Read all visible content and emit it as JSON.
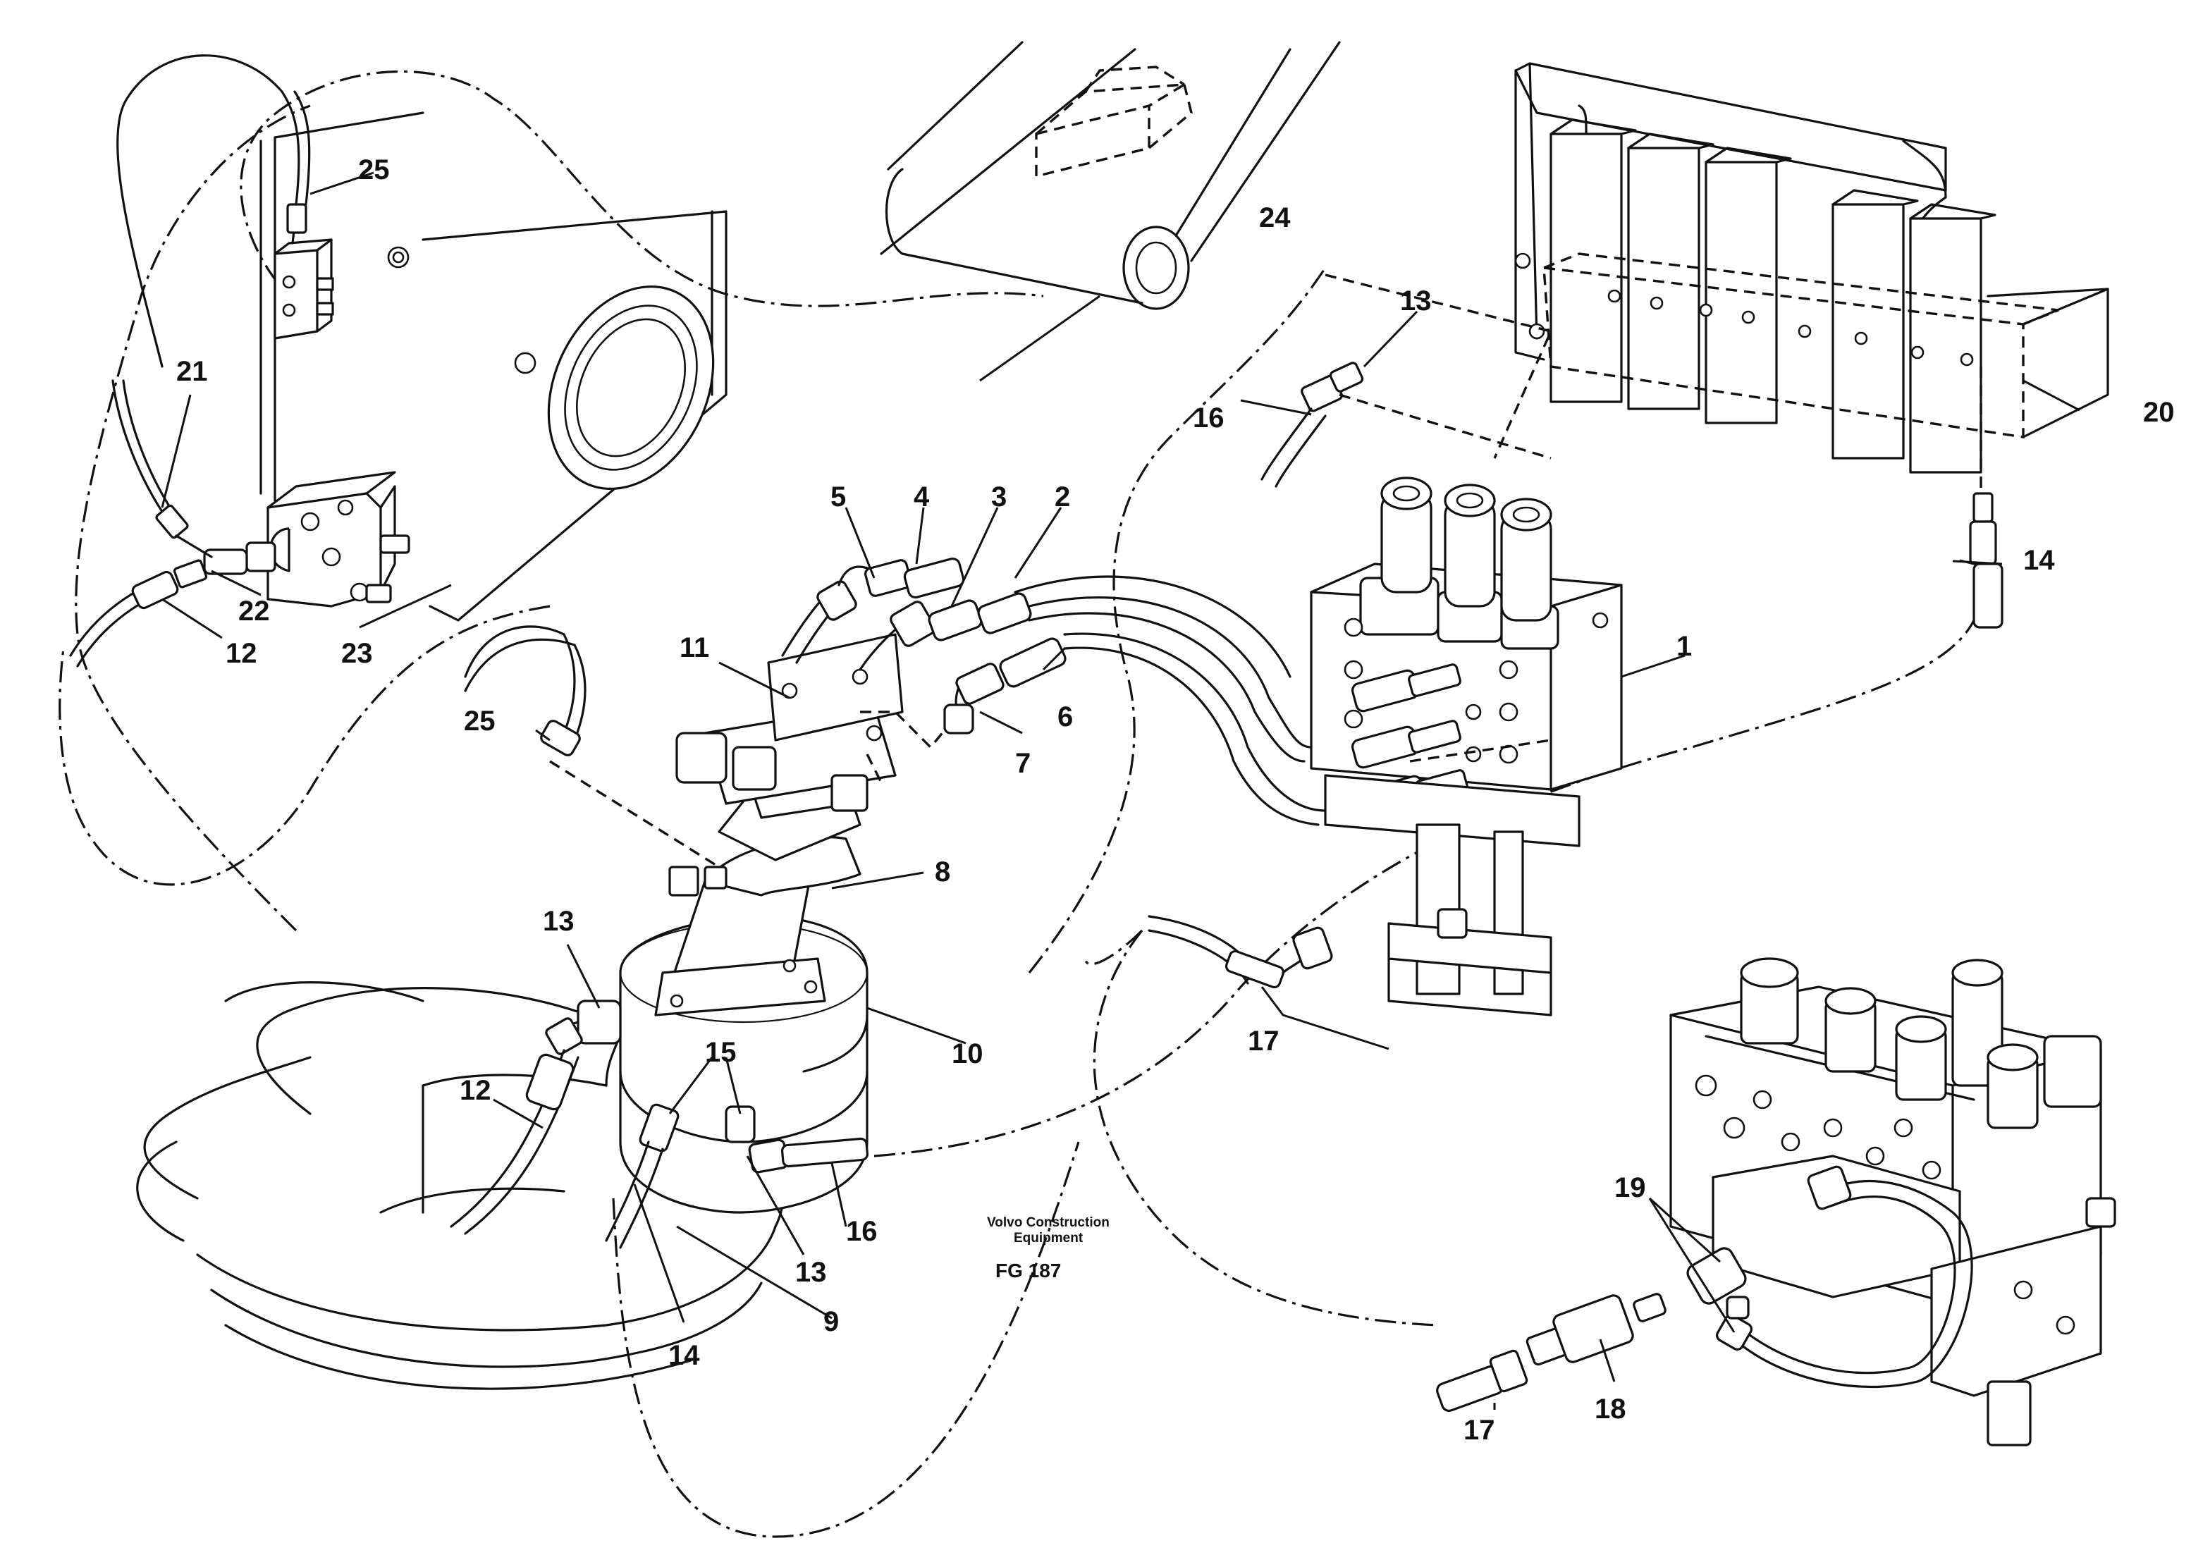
{
  "credit": {
    "line1": "Volvo Construction",
    "line2": "Equipment",
    "figure": "FG 187"
  },
  "callouts": [
    {
      "id": "c1",
      "text": "1"
    },
    {
      "id": "c2",
      "text": "2"
    },
    {
      "id": "c3",
      "text": "3"
    },
    {
      "id": "c4",
      "text": "4"
    },
    {
      "id": "c5",
      "text": "5"
    },
    {
      "id": "c6",
      "text": "6"
    },
    {
      "id": "c7",
      "text": "7"
    },
    {
      "id": "c8",
      "text": "8"
    },
    {
      "id": "c9",
      "text": "9"
    },
    {
      "id": "c10",
      "text": "10"
    },
    {
      "id": "c11",
      "text": "11"
    },
    {
      "id": "c12a",
      "text": "12"
    },
    {
      "id": "c12b",
      "text": "12"
    },
    {
      "id": "c13a",
      "text": "13"
    },
    {
      "id": "c13b",
      "text": "13"
    },
    {
      "id": "c13c",
      "text": "13"
    },
    {
      "id": "c14a",
      "text": "14"
    },
    {
      "id": "c14b",
      "text": "14"
    },
    {
      "id": "c15",
      "text": "15"
    },
    {
      "id": "c16a",
      "text": "16"
    },
    {
      "id": "c16b",
      "text": "16"
    },
    {
      "id": "c17a",
      "text": "17"
    },
    {
      "id": "c17b",
      "text": "17"
    },
    {
      "id": "c18",
      "text": "18"
    },
    {
      "id": "c19",
      "text": "19"
    },
    {
      "id": "c20",
      "text": "20"
    },
    {
      "id": "c21",
      "text": "21"
    },
    {
      "id": "c22",
      "text": "22"
    },
    {
      "id": "c23",
      "text": "23"
    },
    {
      "id": "c24",
      "text": "24"
    },
    {
      "id": "c25a",
      "text": "25"
    },
    {
      "id": "c25b",
      "text": "25"
    }
  ]
}
